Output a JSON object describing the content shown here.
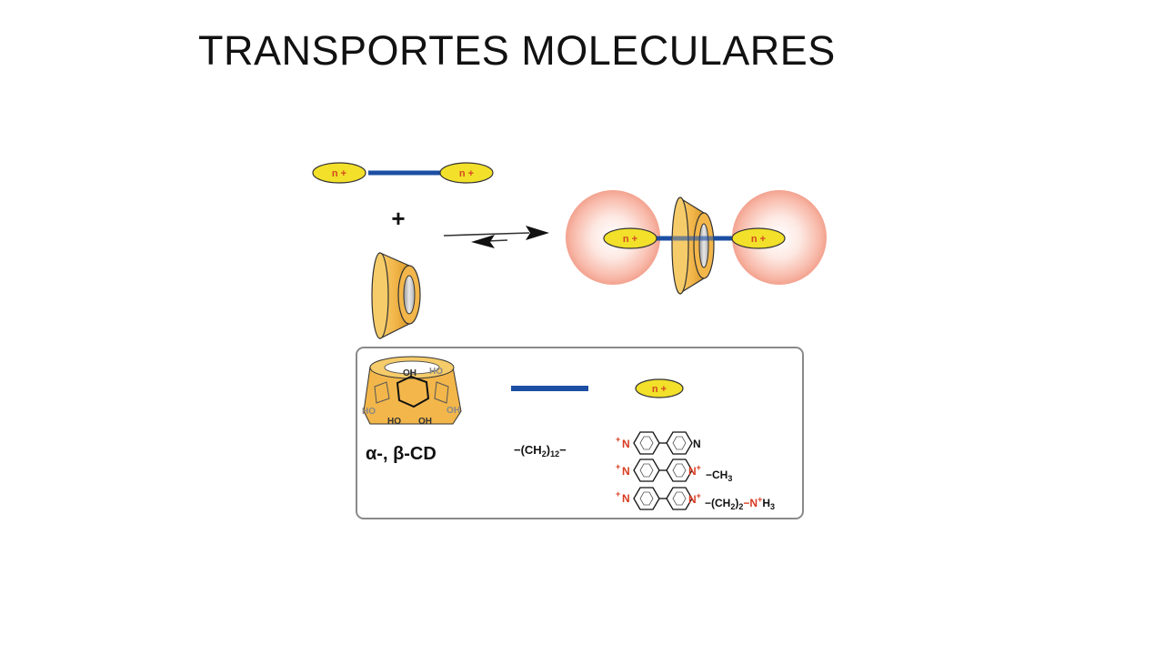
{
  "title": "TRANSPORTES MOLECULARES",
  "stopper_label": "n +",
  "plus_sign": "+",
  "legend": {
    "cd_label": "α-, β-CD",
    "oh": "OH",
    "ho": "HO",
    "axle_formula": {
      "pre": "−(CH",
      "sub1": "2",
      "mid": ")",
      "sub2": "12",
      "post": "−"
    },
    "stopper_structures": [
      {
        "charge": "+",
        "left": "N",
        "right": "N"
      },
      {
        "charge": "+",
        "left": "N",
        "right": "N",
        "suffix": "−CH",
        "suffix_sub": "3"
      },
      {
        "charge": "+",
        "left": "N",
        "right": "N",
        "suffix": "−(CH",
        "suffix_sub": "2",
        "suffix_tail": ")",
        "suffix_sub2": "2",
        "tail_n": "−N",
        "tail_n_charge": "+",
        "tail_h": "H",
        "tail_h_sub": "3"
      }
    ]
  },
  "colors": {
    "gold": "#f2b64a",
    "yellow": "#f2e02a",
    "axle_blue": "#1c4fa3",
    "sphere_pink": "#f7b5a5",
    "red_text": "#d4481f"
  }
}
